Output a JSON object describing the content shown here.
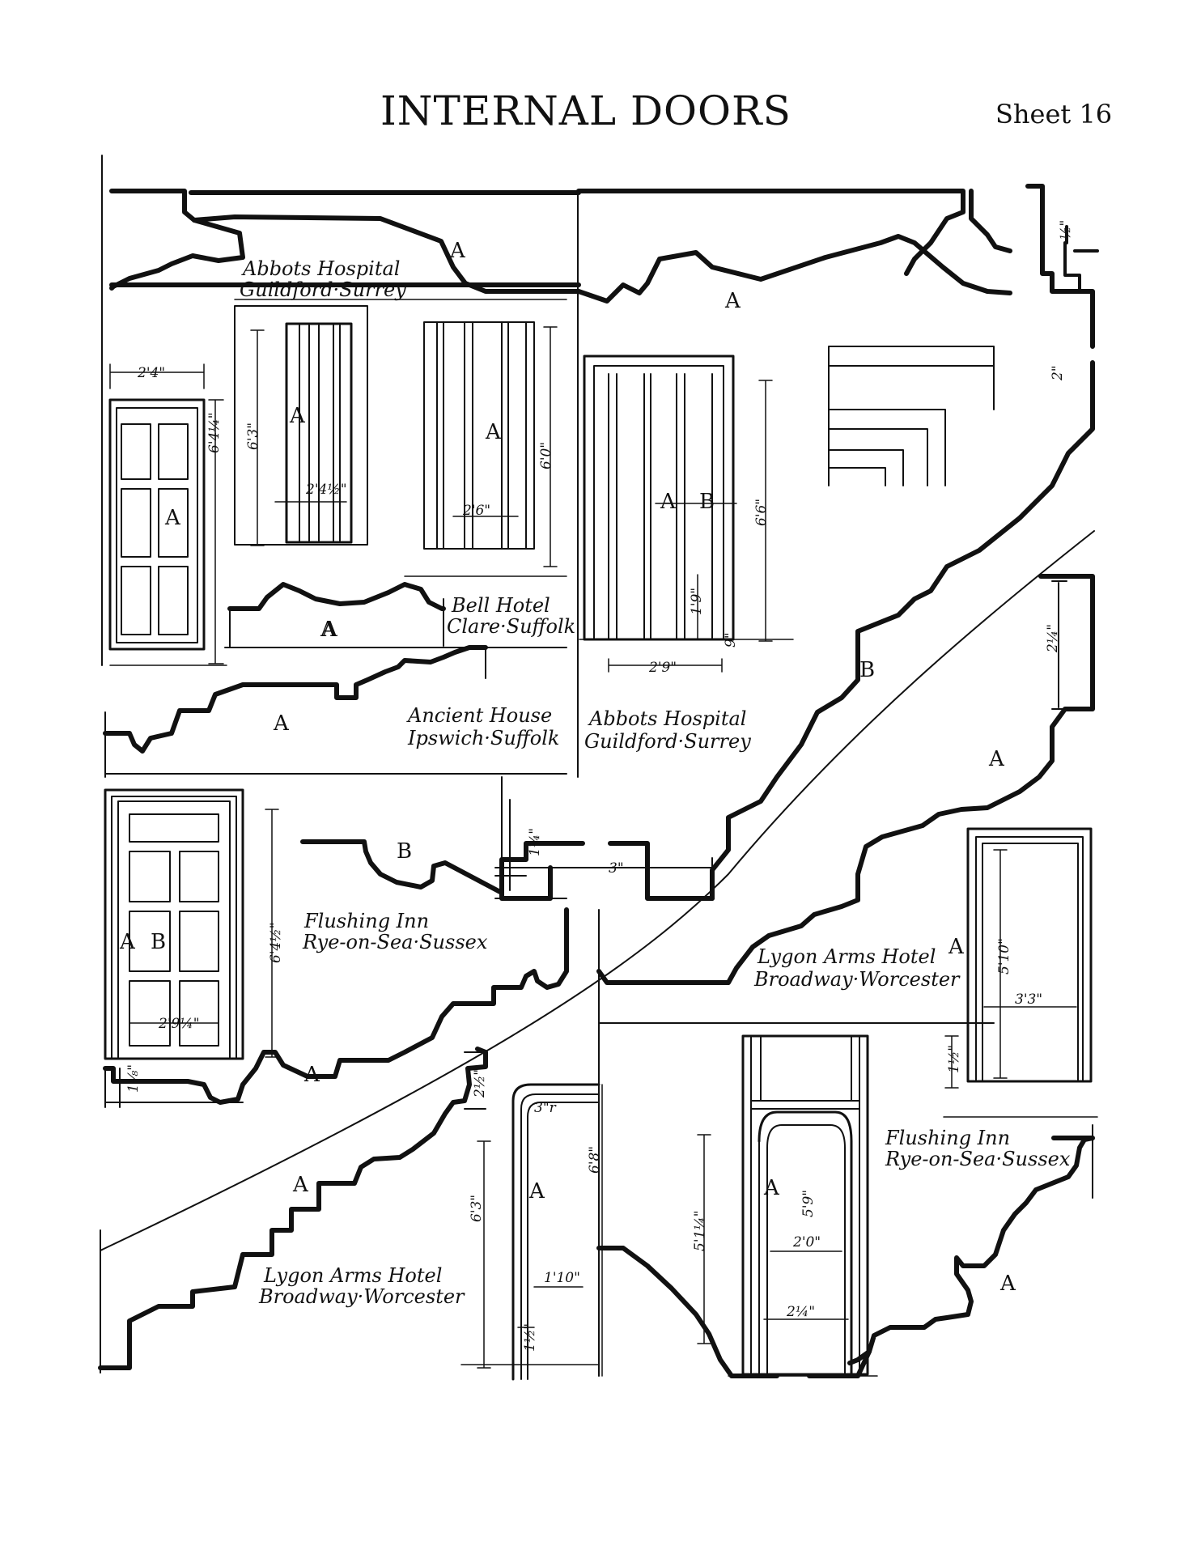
{
  "header": {
    "title": "INTERNAL DOORS",
    "sheet": "Sheet 16"
  },
  "sources": {
    "abbots_top": [
      "Abbots Hospital",
      "Guildford·Surrey"
    ],
    "bell_hotel": [
      "Bell Hotel",
      "Clare·Suffolk"
    ],
    "ancient_house": [
      "Ancient House",
      "Ipswich·Suffolk"
    ],
    "abbots_mid": [
      "Abbots Hospital",
      "Guildford·Surrey"
    ],
    "flushing_left": [
      "Flushing Inn",
      "Rye-on-Sea·Sussex"
    ],
    "lygon_right": [
      "Lygon Arms Hotel",
      "Broadway·Worcester"
    ],
    "flushing_right": [
      "Flushing Inn",
      "Rye-on-Sea·Sussex"
    ],
    "lygon_bottom": [
      "Lygon Arms Hotel",
      "Broadway·Worcester"
    ]
  },
  "section_marks": {
    "a": "A",
    "b": "B"
  },
  "dimensions": {
    "d_2_4": "2'4\"",
    "d_6_4q": "6'4¼\"",
    "d_6_3": "6'3\"",
    "d_2_4h": "2'4½\"",
    "d_6_0": "6'0\"",
    "d_2_6": "2'6\"",
    "d_6_6": "6'6\"",
    "d_2_9": "2'9\"",
    "d_1_9": "1'9\"",
    "d_9": "9\"",
    "d_2_top": "2\"",
    "d_half": "½\"",
    "d_2q": "2¼\"",
    "d_1q": "1¼\"",
    "d_3": "3\"",
    "d_6_4h": "6'4½\"",
    "d_2_9q": "2'9¼\"",
    "d_1_8": "1⅛\"",
    "d_5_10": "5'10\"",
    "d_3_3": "3'3\"",
    "d_1_half": "1½\"",
    "d_2h": "2½\"",
    "d_3r": "3\"r",
    "d_6_3b": "6'3\"",
    "d_6_8": "6'8\"",
    "d_1_10": "1'10\"",
    "d_1_2": "1½\"",
    "d_5_1q": "5'1¼\"",
    "d_5_9": "5'9\"",
    "d_2_0": "2'0\"",
    "d_2_1q": "2¼\""
  }
}
